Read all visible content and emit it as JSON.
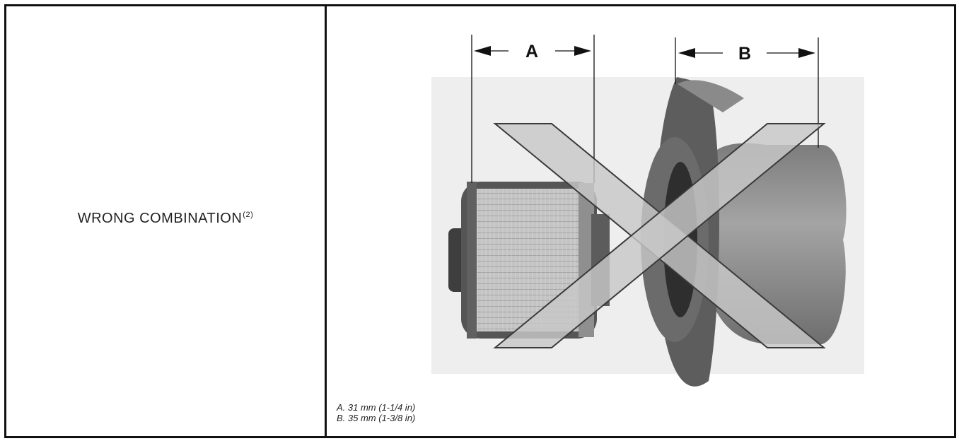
{
  "row": {
    "label": "WRONG COMBINATION",
    "footnote": "(2)"
  },
  "figure": {
    "dimension_a_letter": "A",
    "dimension_b_letter": "B",
    "cross_mark": "X"
  },
  "caption": {
    "line_a": "A.  31 mm (1-1/4 in)",
    "line_b": "B.  35 mm (1-3/8 in)"
  }
}
